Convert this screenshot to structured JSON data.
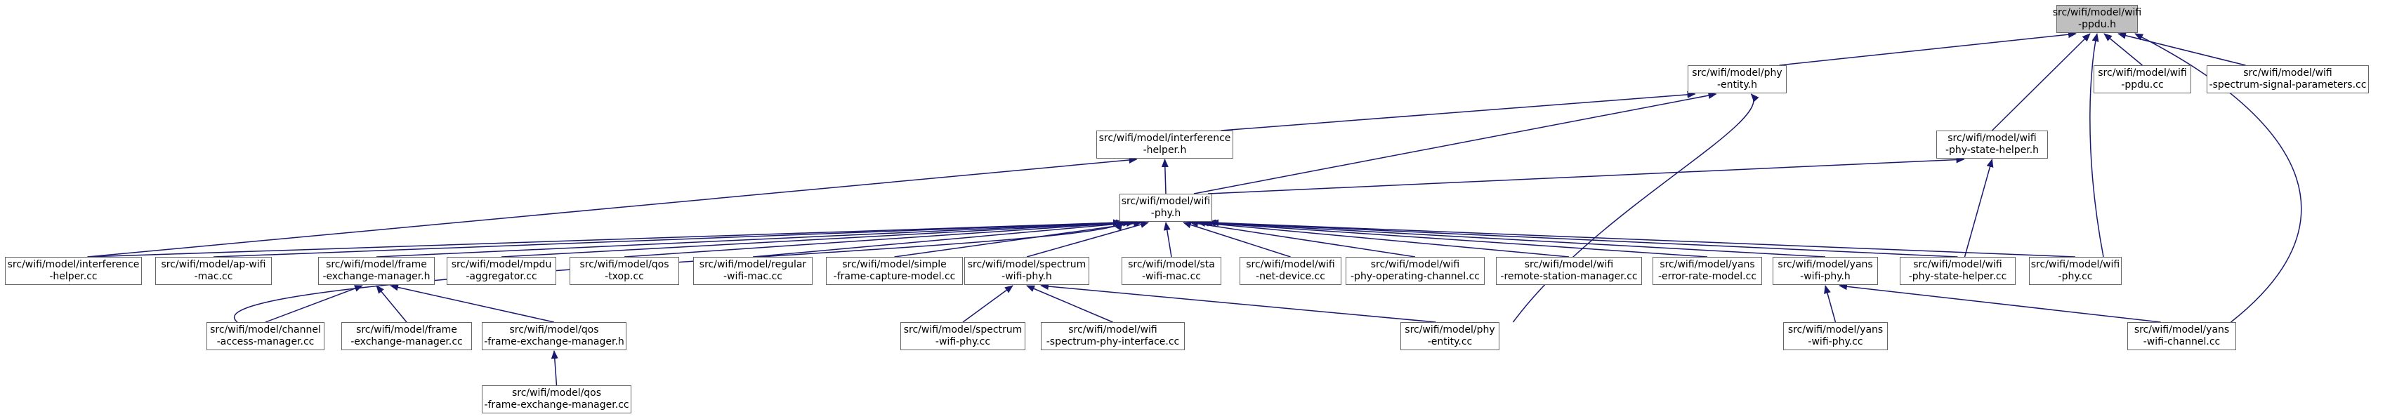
{
  "colors": {
    "edge": "#191970",
    "node_border": "#666666",
    "root_fill": "#bfbfbf",
    "node_fill": "#ffffff"
  },
  "nodes": {
    "n_ppdu_h": {
      "line1": "src/wifi/model/wifi",
      "line2": "-ppdu.h"
    },
    "n_phy_entity_h": {
      "line1": "src/wifi/model/phy",
      "line2": "-entity.h"
    },
    "n_ppdu_cc": {
      "line1": "src/wifi/model/wifi",
      "line2": "-ppdu.cc"
    },
    "n_ssp_cc": {
      "line1": "src/wifi/model/wifi",
      "line2": "-spectrum-signal-parameters.cc"
    },
    "n_interf_h": {
      "line1": "src/wifi/model/interference",
      "line2": "-helper.h"
    },
    "n_psh_h": {
      "line1": "src/wifi/model/wifi",
      "line2": "-phy-state-helper.h"
    },
    "n_wifi_phy_h": {
      "line1": "src/wifi/model/wifi",
      "line2": "-phy.h"
    },
    "n_interf_cc": {
      "line1": "src/wifi/model/interference",
      "line2": "-helper.cc"
    },
    "n_apwifi_cc": {
      "line1": "src/wifi/model/ap-wifi",
      "line2": "-mac.cc"
    },
    "n_fem_h": {
      "line1": "src/wifi/model/frame",
      "line2": "-exchange-manager.h"
    },
    "n_mpdu_cc": {
      "line1": "src/wifi/model/mpdu",
      "line2": "-aggregator.cc"
    },
    "n_qostxop_cc": {
      "line1": "src/wifi/model/qos",
      "line2": "-txop.cc"
    },
    "n_regular_cc": {
      "line1": "src/wifi/model/regular",
      "line2": "-wifi-mac.cc"
    },
    "n_sfcm_cc": {
      "line1": "src/wifi/model/simple",
      "line2": "-frame-capture-model.cc"
    },
    "n_swp_h": {
      "line1": "src/wifi/model/spectrum",
      "line2": "-wifi-phy.h"
    },
    "n_sta_cc": {
      "line1": "src/wifi/model/sta",
      "line2": "-wifi-mac.cc"
    },
    "n_netdev_cc": {
      "line1": "src/wifi/model/wifi",
      "line2": "-net-device.cc"
    },
    "n_poc_cc": {
      "line1": "src/wifi/model/wifi",
      "line2": "-phy-operating-channel.cc"
    },
    "n_rsm_cc": {
      "line1": "src/wifi/model/wifi",
      "line2": "-remote-station-manager.cc"
    },
    "n_yerm_cc": {
      "line1": "src/wifi/model/yans",
      "line2": "-error-rate-model.cc"
    },
    "n_ywp_h": {
      "line1": "src/wifi/model/yans",
      "line2": "-wifi-phy.h"
    },
    "n_psh_cc": {
      "line1": "src/wifi/model/wifi",
      "line2": "-phy-state-helper.cc"
    },
    "n_wifi_phy_cc": {
      "line1": "src/wifi/model/wifi",
      "line2": "-phy.cc"
    },
    "n_cam_cc": {
      "line1": "src/wifi/model/channel",
      "line2": "-access-manager.cc"
    },
    "n_fem_cc": {
      "line1": "src/wifi/model/frame",
      "line2": "-exchange-manager.cc"
    },
    "n_qfem_h": {
      "line1": "src/wifi/model/qos",
      "line2": "-frame-exchange-manager.h"
    },
    "n_swp_cc": {
      "line1": "src/wifi/model/spectrum",
      "line2": "-wifi-phy.cc"
    },
    "n_wspi_cc": {
      "line1": "src/wifi/model/wifi",
      "line2": "-spectrum-phy-interface.cc"
    },
    "n_phy_entity_cc": {
      "line1": "src/wifi/model/phy",
      "line2": "-entity.cc"
    },
    "n_ywp_cc": {
      "line1": "src/wifi/model/yans",
      "line2": "-wifi-phy.cc"
    },
    "n_ywc_cc": {
      "line1": "src/wifi/model/yans",
      "line2": "-wifi-channel.cc"
    },
    "n_qfem_cc": {
      "line1": "src/wifi/model/qos",
      "line2": "-frame-exchange-manager.cc"
    }
  }
}
